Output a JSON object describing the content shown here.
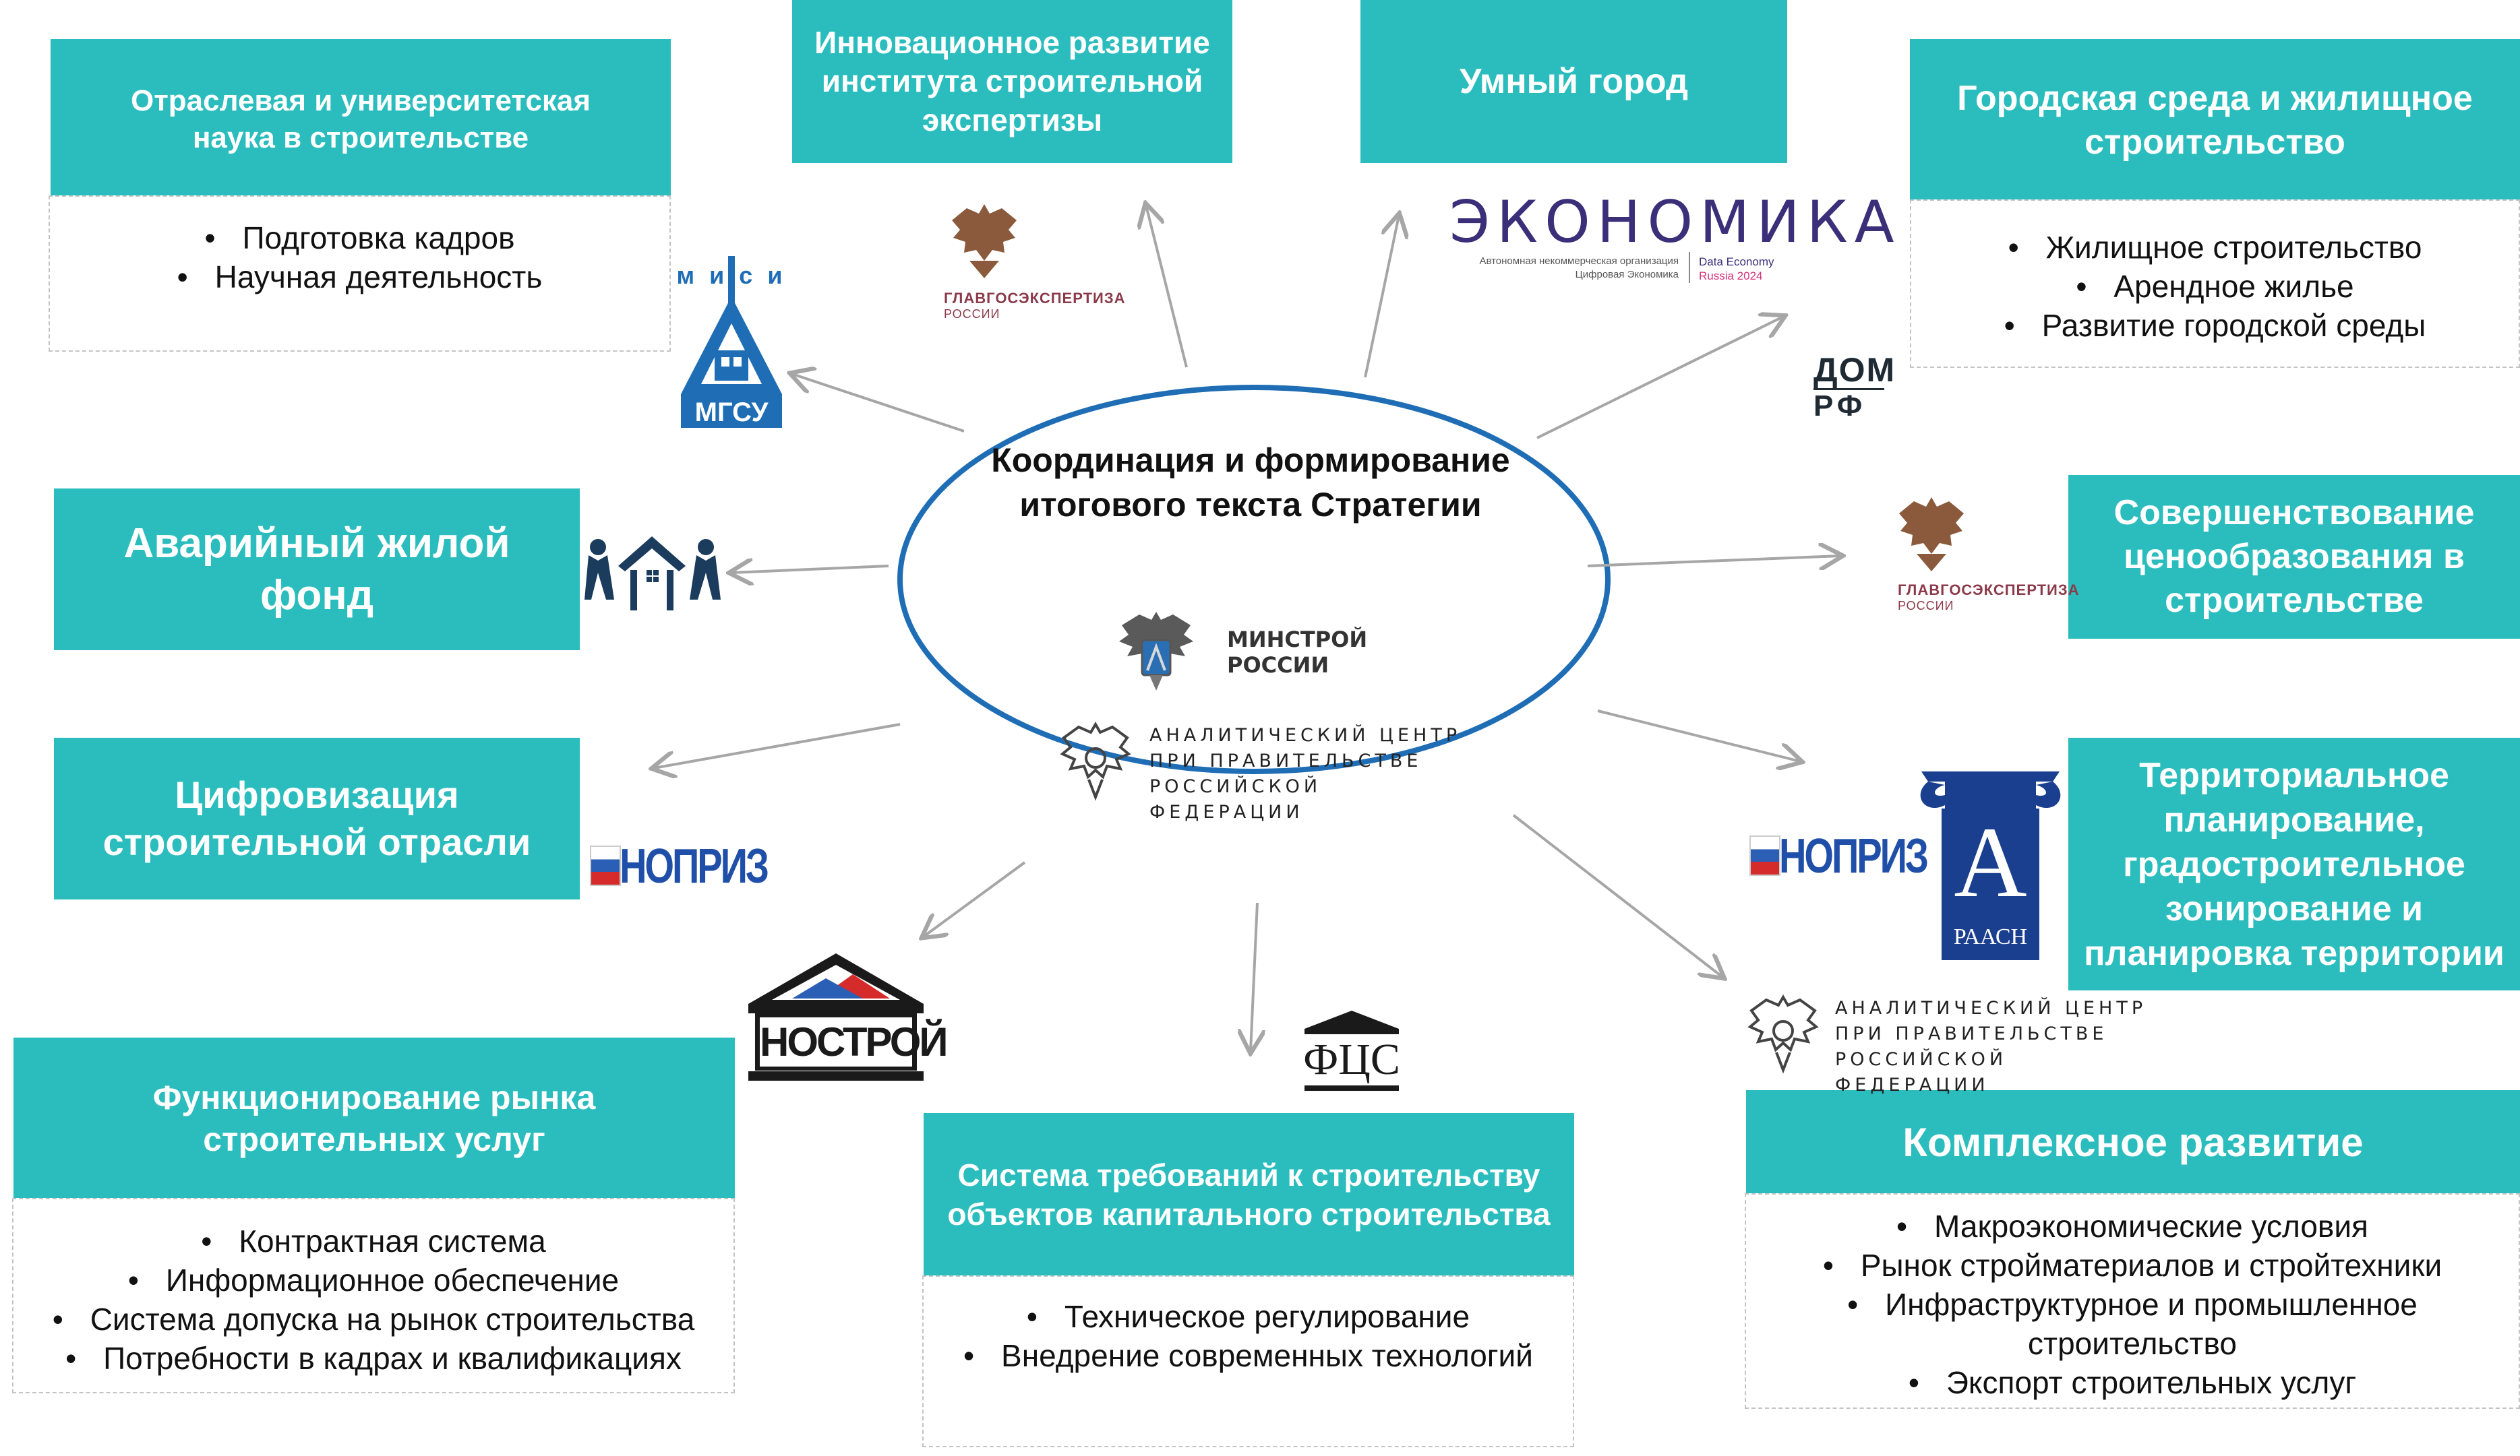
{
  "center": {
    "title": "Координация и формирование итогового текста Стратегии",
    "logo_minstroy": [
      "МИНСТРОЙ",
      "РОССИИ"
    ],
    "logo_analytic": [
      "АНАЛИТИЧЕСКИЙ ЦЕНТР",
      "ПРИ ПРАВИТЕЛЬСТВЕ",
      "РОССИЙСКОЙ ФЕДЕРАЦИИ"
    ]
  },
  "boxes": {
    "science": {
      "title": "Отраслевая и университетская наука в строительстве",
      "items": [
        "Подготовка кадров",
        "Научная деятельность"
      ]
    },
    "expertise": {
      "title": "Инновационное развитие института строительной экспертизы"
    },
    "smart_city": {
      "title": "Умный город"
    },
    "urban": {
      "title": "Городская среда и жилищное строительство",
      "items": [
        "Жилищное строительство",
        "Арендное жилье",
        "Развитие городской среды"
      ]
    },
    "emergency": {
      "title": "Аварийный жилой фонд"
    },
    "pricing": {
      "title": "Совершенствование ценообразования в строительстве"
    },
    "digital": {
      "title": "Цифровизация строительной отрасли"
    },
    "territorial": {
      "title": "Территориальное планирование, градостроительное зонирование и планировка территории"
    },
    "market": {
      "title": "Функционирование рынка строительных услуг",
      "items": [
        "Контрактная система",
        "Информационное обеспечение",
        "Система допуска на рынок строительства",
        "Потребности в кадрах и квалификациях"
      ]
    },
    "requirements": {
      "title": "Система требований к строительству объектов капитального строительства",
      "items": [
        "Техническое регулирование",
        "Внедрение современных технологий"
      ]
    },
    "complex": {
      "title": "Комплексное развитие",
      "items": [
        "Макроэкономические условия",
        "Рынок стройматериалов и стройтехники",
        "Инфраструктурное и промышленное строительство",
        "Экспорт строительных услуг"
      ]
    }
  },
  "logos": {
    "misi_letters": "м и с и",
    "mgsu": "МГСУ",
    "glavgos": [
      "ГЛАВГОСЭКСПЕРТИЗА",
      "РОССИИ"
    ],
    "economy_word": "ЭКОНОМИКА",
    "economy_sub": [
      "Автономная некоммерческая организация",
      "Цифровая Экономика"
    ],
    "economy_event": [
      "Data Economy",
      "Russia 2024"
    ],
    "dom_rf": [
      "ДОМ",
      "РФ"
    ],
    "nopriz": "НОПРИЗ",
    "raasn_letter": "А",
    "raasn": "РААСН",
    "nostroy": "НОСТРОЙ",
    "fcs": "ФЦС"
  },
  "colors": {
    "accent": "#2bbdbd",
    "ellipse": "#1f6eb5",
    "arrow": "#a6a6a6",
    "navy": "#1a3a8a",
    "brown": "#8b5a3c",
    "bullet_text": "#111111"
  }
}
